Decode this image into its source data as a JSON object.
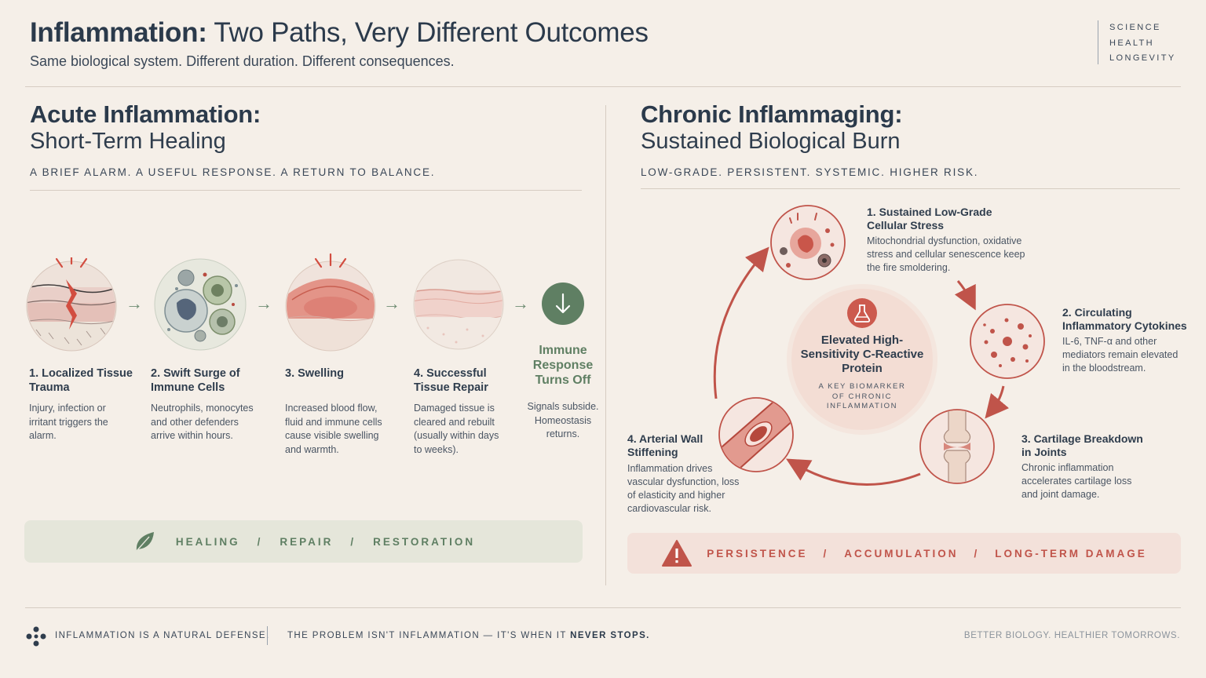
{
  "header": {
    "title_bold": "Inflammation:",
    "title_rest": " Two Paths, Very Different Outcomes",
    "subtitle": "Same biological system. Different duration. Different consequences.",
    "brand": [
      "SCIENCE",
      "HEALTH",
      "LONGEVITY"
    ]
  },
  "acute": {
    "title": "Acute Inflammation:",
    "subtitle": "Short-Term Healing",
    "tagline": "A BRIEF ALARM. A USEFUL RESPONSE. A RETURN TO BALANCE.",
    "steps": [
      {
        "title": "1. Localized Tissue Trauma",
        "desc": "Injury, infection or irritant triggers the alarm."
      },
      {
        "title": "2. Swift Surge of Immune Cells",
        "desc": "Neutrophils, monocytes and other defenders arrive within hours."
      },
      {
        "title": "3. Swelling",
        "desc": "Increased blood flow, fluid and immune cells cause visible swelling and warmth."
      },
      {
        "title": "4. Successful Tissue Repair",
        "desc": "Damaged tissue is cleared and rebuilt (usually within days to weeks)."
      }
    ],
    "final": {
      "title": "Immune Response Turns Off",
      "desc": "Signals subside. Homeostasis returns."
    },
    "band": {
      "items": [
        "HEALING",
        "REPAIR",
        "RESTORATION"
      ],
      "separator": "/"
    },
    "colors": {
      "accent": "#5f7f63",
      "band_bg": "#e5e6da"
    }
  },
  "chronic": {
    "title": "Chronic Inflammaging:",
    "subtitle": "Sustained Biological Burn",
    "tagline": "LOW-GRADE. PERSISTENT. SYSTEMIC. HIGHER RISK.",
    "center": {
      "title": "Elevated High-Sensitivity C-Reactive Protein",
      "note": "A KEY BIOMARKER OF CHRONIC INFLAMMATION",
      "icon": "flask-icon"
    },
    "items": [
      {
        "title": "1. Sustained Low-Grade Cellular Stress",
        "desc": "Mitochondrial dysfunction, oxidative stress and cellular senescence keep the fire smoldering."
      },
      {
        "title": "2. Circulating Inflammatory Cytokines",
        "desc": "IL-6, TNF-α and other mediators remain elevated in the bloodstream."
      },
      {
        "title": "3. Cartilage Breakdown in Joints",
        "desc": "Chronic inflammation accelerates cartilage loss and joint damage."
      },
      {
        "title": "4. Arterial Wall Stiffening",
        "desc": "Inflammation drives vascular dysfunction, loss of elasticity and higher cardiovascular risk."
      }
    ],
    "band": {
      "items": [
        "PERSISTENCE",
        "ACCUMULATION",
        "LONG-TERM DAMAGE"
      ],
      "separator": "/"
    },
    "colors": {
      "accent": "#c0544a",
      "band_bg": "#f3e1da"
    }
  },
  "footer": {
    "left": "INFLAMMATION IS A NATURAL DEFENSE.",
    "middle_plain": "THE PROBLEM ISN'T INFLAMMATION — IT'S WHEN IT ",
    "middle_bold": "NEVER STOPS.",
    "right": "BETTER BIOLOGY. HEALTHIER TOMORROWS."
  }
}
